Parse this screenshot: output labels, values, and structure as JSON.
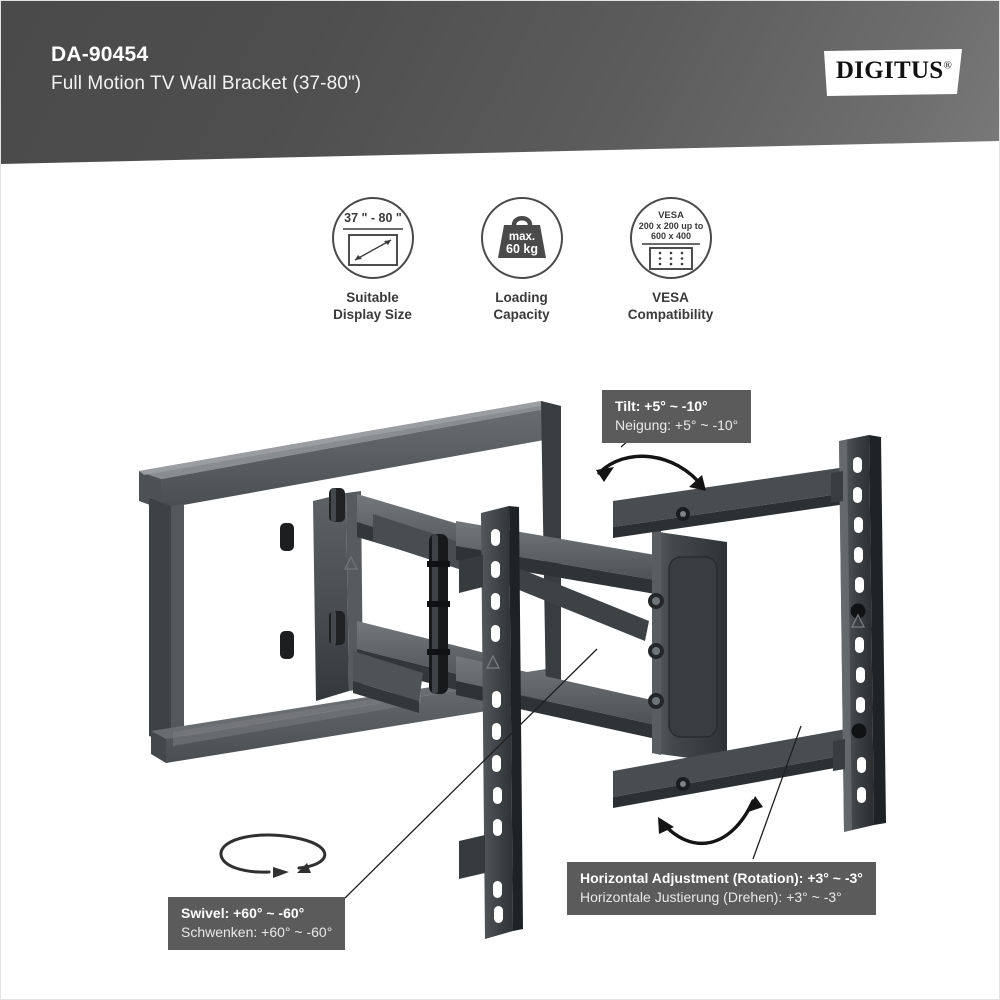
{
  "header": {
    "product_code": "DA-90454",
    "product_name": "Full Motion TV Wall Bracket (37-80\")",
    "band_color": "#4e4e4e"
  },
  "logo": {
    "brand": "DIGITUS",
    "registered_mark": "®",
    "background": "#ffffff",
    "text_color": "#111111"
  },
  "features": [
    {
      "icon": "display-size-icon",
      "badge_top": "37 \" - 80 \"",
      "label": "Suitable\nDisplay Size"
    },
    {
      "icon": "loading-capacity-icon",
      "badge_line1": "max.",
      "badge_line2": "60 kg",
      "label": "Loading\nCapacity"
    },
    {
      "icon": "vesa-icon",
      "badge_line1": "VESA",
      "badge_line2": "200 x 200 up to",
      "badge_line3": "600 x 400",
      "label": "VESA\nCompatibility"
    }
  ],
  "callouts": [
    {
      "id": "tilt",
      "primary": "Tilt: +5° ~ -10°",
      "secondary": "Neigung: +5° ~ -10°",
      "background": "#5b5b5b"
    },
    {
      "id": "swivel",
      "primary": "Swivel: +60° ~ -60°",
      "secondary": "Schwenken: +60° ~ -60°",
      "background": "#5b5b5b"
    },
    {
      "id": "rotation",
      "primary": "Horizontal Adjustment (Rotation): +3° ~ -3°",
      "secondary": "Horizontale Justierung (Drehen): +3° ~ -3°",
      "background": "#5b5b5b"
    }
  ],
  "illustration": {
    "subject": "full-motion-tv-wall-bracket",
    "description": "Grey 3D rendering of an articulating TV wall mount with extended dual arms, VESA display plate and slotted wall plate"
  }
}
